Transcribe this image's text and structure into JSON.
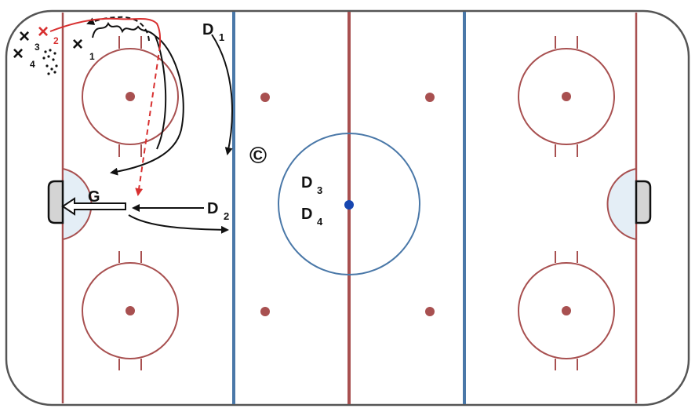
{
  "rink": {
    "colors": {
      "red_line": "#a85050",
      "blue_line": "#4a78a8",
      "board": "#555555",
      "center_dot": "#1646b0",
      "crease_fill": "#e4eef6",
      "net_fill": "#d4d4d4",
      "player_red": "#d83030"
    }
  },
  "players": [
    {
      "id": "x1",
      "mark": "×",
      "number": "1",
      "color": "#111111"
    },
    {
      "id": "x2",
      "mark": "×",
      "number": "2",
      "color": "#d83030"
    },
    {
      "id": "x3",
      "mark": "×",
      "number": "3",
      "color": "#111111"
    },
    {
      "id": "x4",
      "mark": "×",
      "number": "4",
      "color": "#111111"
    }
  ],
  "defenders": [
    {
      "id": "d1",
      "letter": "D",
      "sub": "1"
    },
    {
      "id": "d2",
      "letter": "D",
      "sub": "2"
    },
    {
      "id": "d3",
      "letter": "D",
      "sub": "3"
    },
    {
      "id": "d4",
      "letter": "D",
      "sub": "4"
    }
  ],
  "goalie": {
    "letter": "G"
  },
  "coach": {
    "symbol": "©"
  }
}
